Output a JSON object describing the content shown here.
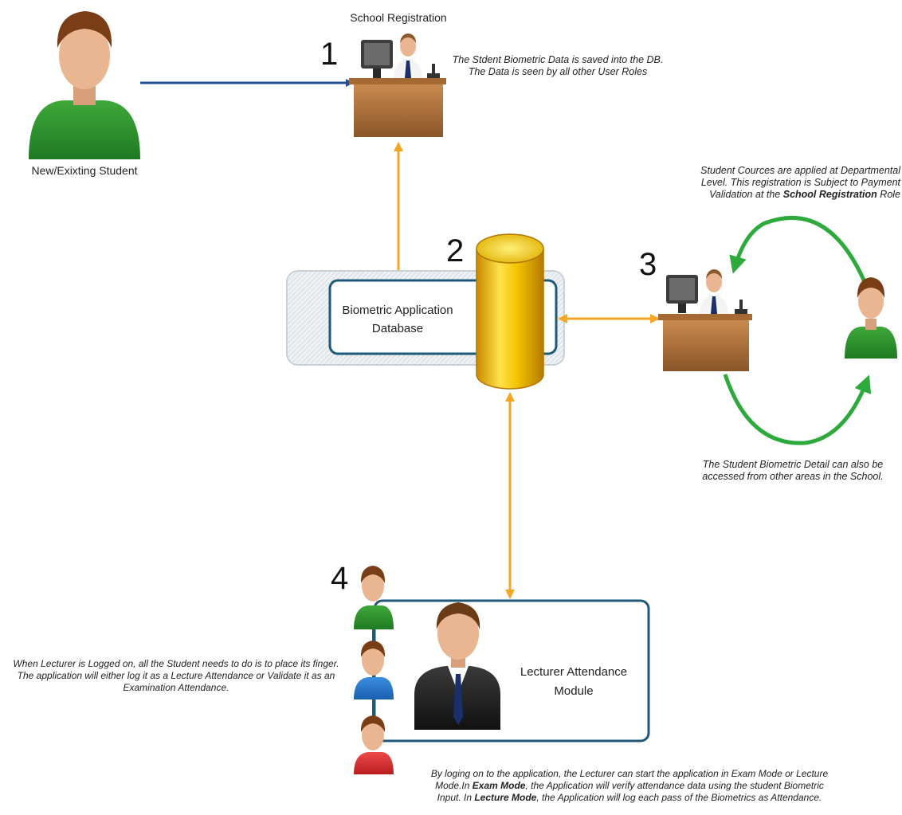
{
  "labels": {
    "student": "New/Exixting Student",
    "school_registration": "School Registration",
    "db_line1": "Biometric Application",
    "db_line2": "Database",
    "lecturer_line1": "Lecturer Attendance",
    "lecturer_line2": "Module"
  },
  "numbers": {
    "n1": "1",
    "n2": "2",
    "n3": "3",
    "n4": "4"
  },
  "notes": {
    "registration_line1": "The Stdent Biometric Data is saved into the DB.",
    "registration_line2": "The Data is seen by all other User Roles",
    "dept_line1": "Student Cources are applied at Departmental",
    "dept_line2": "Level. This registration is Subject to Payment",
    "dept_line3a": "Validation at the ",
    "dept_line3b": "School Registration",
    "dept_line3c": " Role",
    "access_line1": "The Student Biometric Detail can also be",
    "access_line2": "accessed from other areas in the School.",
    "finger_line1": "When Lecturer is Logged on, all the Student needs to do is to place its finger.",
    "finger_line2": "The application will either log it as a Lecture Attendance or Validate it as an",
    "finger_line3": "Examination Attendance.",
    "mode_line1": "By loging on to the application, the Lecturer can start the application in Exam Mode or Lecture",
    "mode_line2a": "Mode.In ",
    "mode_line2b": "Exam Mode",
    "mode_line2c": ", the Application will verify attendance data using the student Biometric",
    "mode_line3a": "Input. In ",
    "mode_line3b": "Lecture Mode",
    "mode_line3c": ", the Application will log each pass of the Biometrics as Attendance."
  },
  "colors": {
    "student_arrow": "#1f4e9a",
    "db_link": "#f5a623",
    "cycle_arrow": "#2eaa3c",
    "box_border": "#1e5a78",
    "cylinder": "#f2c200"
  }
}
